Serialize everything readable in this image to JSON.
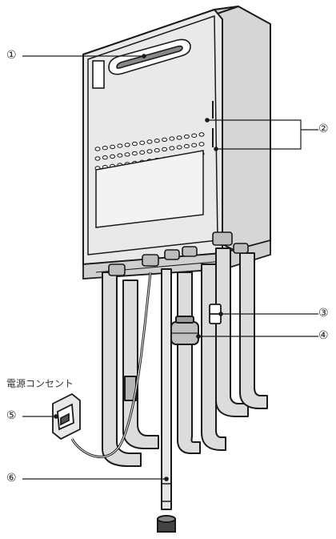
{
  "callouts": [
    {
      "id": "c1",
      "number": "①"
    },
    {
      "id": "c2",
      "number": "②"
    },
    {
      "id": "c3",
      "number": "③"
    },
    {
      "id": "c4",
      "number": "④"
    },
    {
      "id": "c5",
      "number": "⑤"
    },
    {
      "id": "c6",
      "number": "⑥"
    }
  ],
  "outlet_label": "電源コンセント",
  "colors": {
    "line": "#1a1a1a",
    "heater_body": "#e9e9e9",
    "pipe_fill": "#dcdcdc",
    "panel_fill": "#ffffff"
  }
}
